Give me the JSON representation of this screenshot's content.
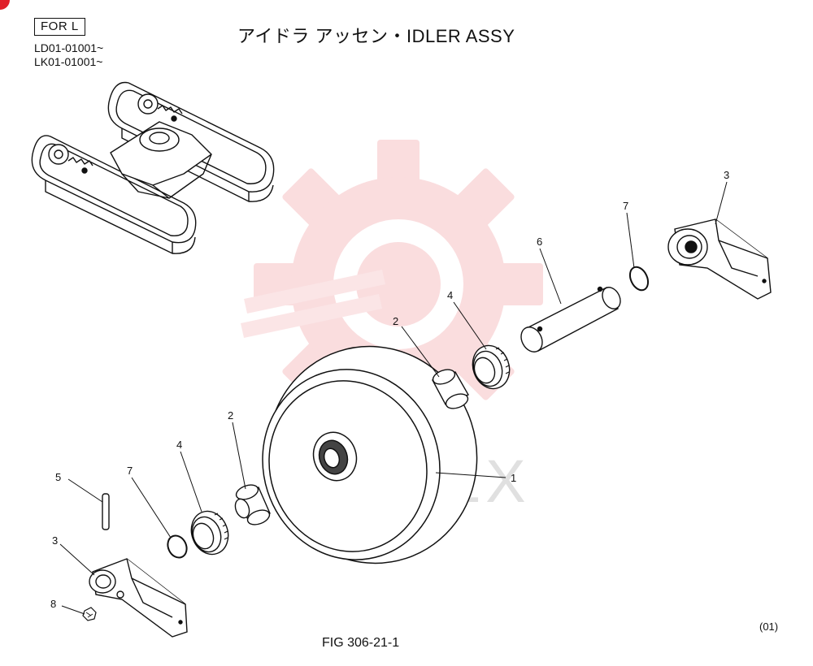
{
  "header": {
    "for_label": "FOR L",
    "serial_1": "LD01-01001~",
    "serial_2": "LK01-01001~",
    "title": "アイドラ アッセン・IDLER ASSY"
  },
  "watermark": {
    "text": "ИНТЕХ",
    "color": "#f4b4b8"
  },
  "callouts": [
    {
      "id": "callout-1",
      "label": "1"
    },
    {
      "id": "callout-2-right",
      "label": "2"
    },
    {
      "id": "callout-2-left",
      "label": "2"
    },
    {
      "id": "callout-3-right",
      "label": "3"
    },
    {
      "id": "callout-3-left",
      "label": "3"
    },
    {
      "id": "callout-4-right",
      "label": "4"
    },
    {
      "id": "callout-4-left",
      "label": "4"
    },
    {
      "id": "callout-5",
      "label": "5"
    },
    {
      "id": "callout-6",
      "label": "6"
    },
    {
      "id": "callout-7-right",
      "label": "7"
    },
    {
      "id": "callout-7-left",
      "label": "7"
    },
    {
      "id": "callout-8",
      "label": "8"
    }
  ],
  "footer": {
    "figure": "FIG 306-21-1",
    "page_code": "(01)"
  },
  "colors": {
    "line": "#111111",
    "accent": "#e0202a"
  }
}
